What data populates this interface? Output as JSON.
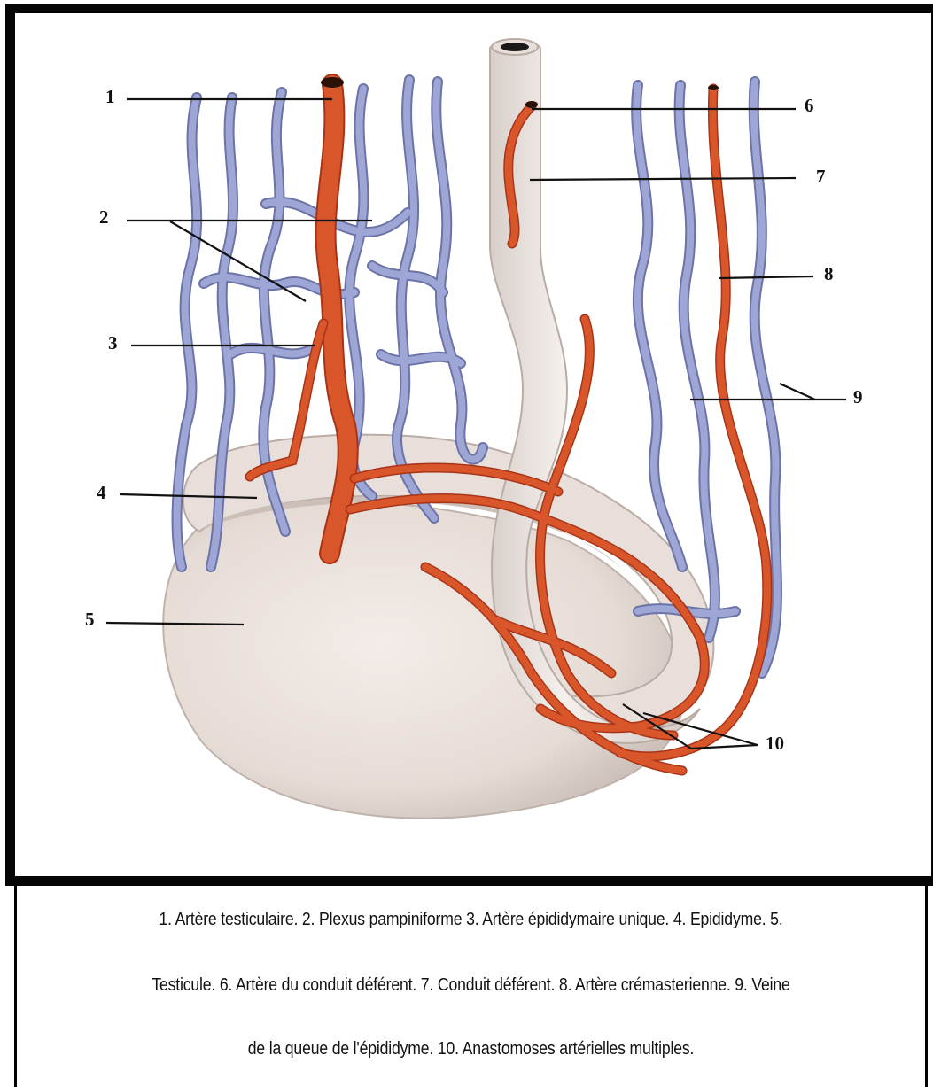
{
  "figure": {
    "colors": {
      "artery": "#d9562b",
      "artery_dark": "#a83418",
      "vein": "#9ea6d6",
      "vein_dark": "#6b73a8",
      "tissue": "#ece4df",
      "tissue_shadow": "#c9bdb6",
      "frame": "#050505"
    },
    "labels": [
      "1",
      "2",
      "3",
      "4",
      "5",
      "6",
      "7",
      "8",
      "9",
      "10"
    ]
  },
  "caption": {
    "line1": "1. Artère testiculaire. 2. Plexus pampiniforme 3. Artère épididymaire unique. 4. Epididyme. 5.",
    "line2": "Testicule. 6. Artère du conduit déférent. 7. Conduit déférent. 8. Artère crémasterienne. 9. Veine",
    "line3": "de la queue de l'épididyme. 10. Anastomoses artérielles multiples."
  }
}
